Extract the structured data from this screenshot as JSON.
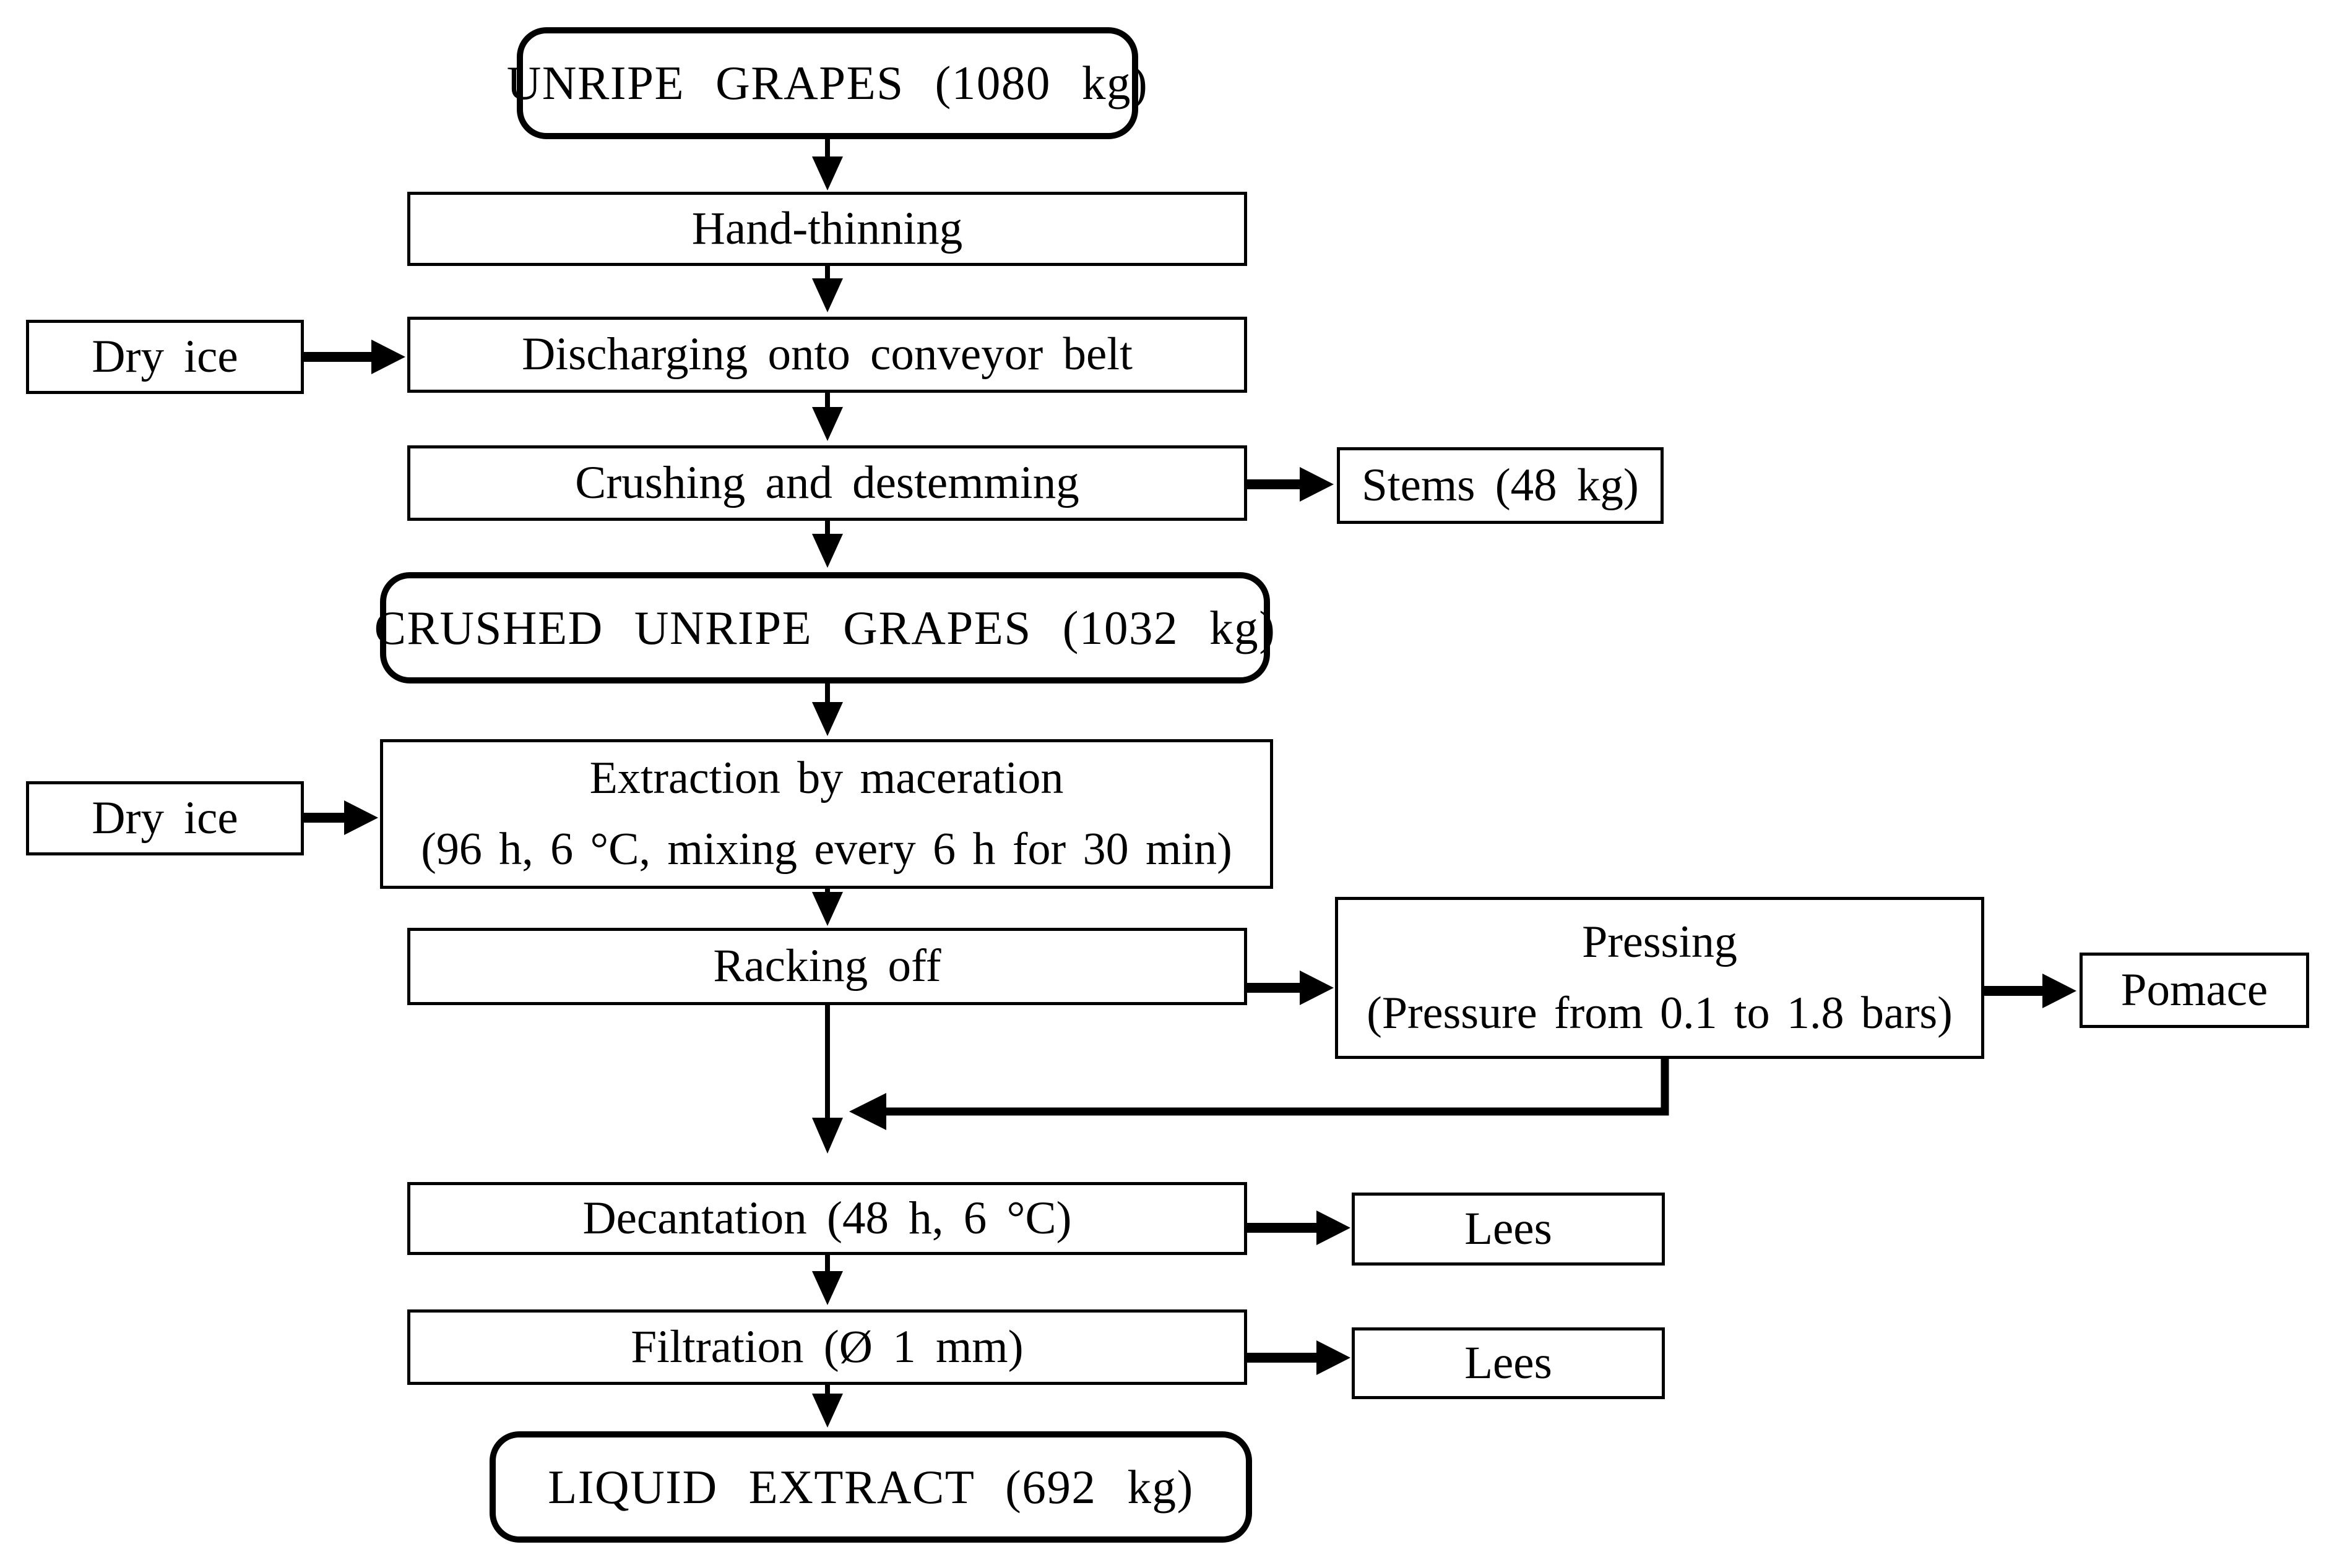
{
  "figure": {
    "type": "flowchart",
    "colors": {
      "background": "#ffffff",
      "box_fill": "#ffffff",
      "line": "#000000",
      "text": "#000000"
    },
    "nodes": {
      "unripe_grapes": "UNRIPE GRAPES (1080 kg)",
      "hand_thinning": "Hand-thinning",
      "dry_ice_top": "Dry ice",
      "discharging": "Discharging onto conveyor belt",
      "crushing": "Crushing and destemming",
      "stems": "Stems (48 kg)",
      "crushed_grapes": "CRUSHED UNRIPE GRAPES (1032 kg)",
      "dry_ice_bottom": "Dry ice",
      "extraction_line1": "Extraction by maceration",
      "extraction_line2": "(96 h, 6 °C, mixing every 6 h for 30 min)",
      "racking_off": "Racking off",
      "pressing_line1": "Pressing",
      "pressing_line2": "(Pressure from 0.1 to 1.8 bars)",
      "pomace": "Pomace",
      "decantation": "Decantation (48 h, 6 °C)",
      "lees_decantation": "Lees",
      "filtration": "Filtration (Ø 1 mm)",
      "lees_filtration": "Lees",
      "liquid_extract": "LIQUID EXTRACT (692 kg)"
    },
    "edges": [
      {
        "from": "unripe_grapes",
        "to": "hand_thinning"
      },
      {
        "from": "hand_thinning",
        "to": "discharging"
      },
      {
        "from": "dry_ice_top",
        "to": "discharging"
      },
      {
        "from": "discharging",
        "to": "crushing"
      },
      {
        "from": "crushing",
        "to": "stems"
      },
      {
        "from": "crushing",
        "to": "crushed_grapes"
      },
      {
        "from": "crushed_grapes",
        "to": "extraction"
      },
      {
        "from": "dry_ice_bottom",
        "to": "extraction"
      },
      {
        "from": "extraction",
        "to": "racking_off"
      },
      {
        "from": "racking_off",
        "to": "pressing"
      },
      {
        "from": "pressing",
        "to": "pomace"
      },
      {
        "from": "racking_off",
        "to": "decantation"
      },
      {
        "from": "pressing",
        "to": "decantation"
      },
      {
        "from": "decantation",
        "to": "lees_decantation"
      },
      {
        "from": "decantation",
        "to": "filtration"
      },
      {
        "from": "filtration",
        "to": "lees_filtration"
      },
      {
        "from": "filtration",
        "to": "liquid_extract"
      }
    ]
  }
}
